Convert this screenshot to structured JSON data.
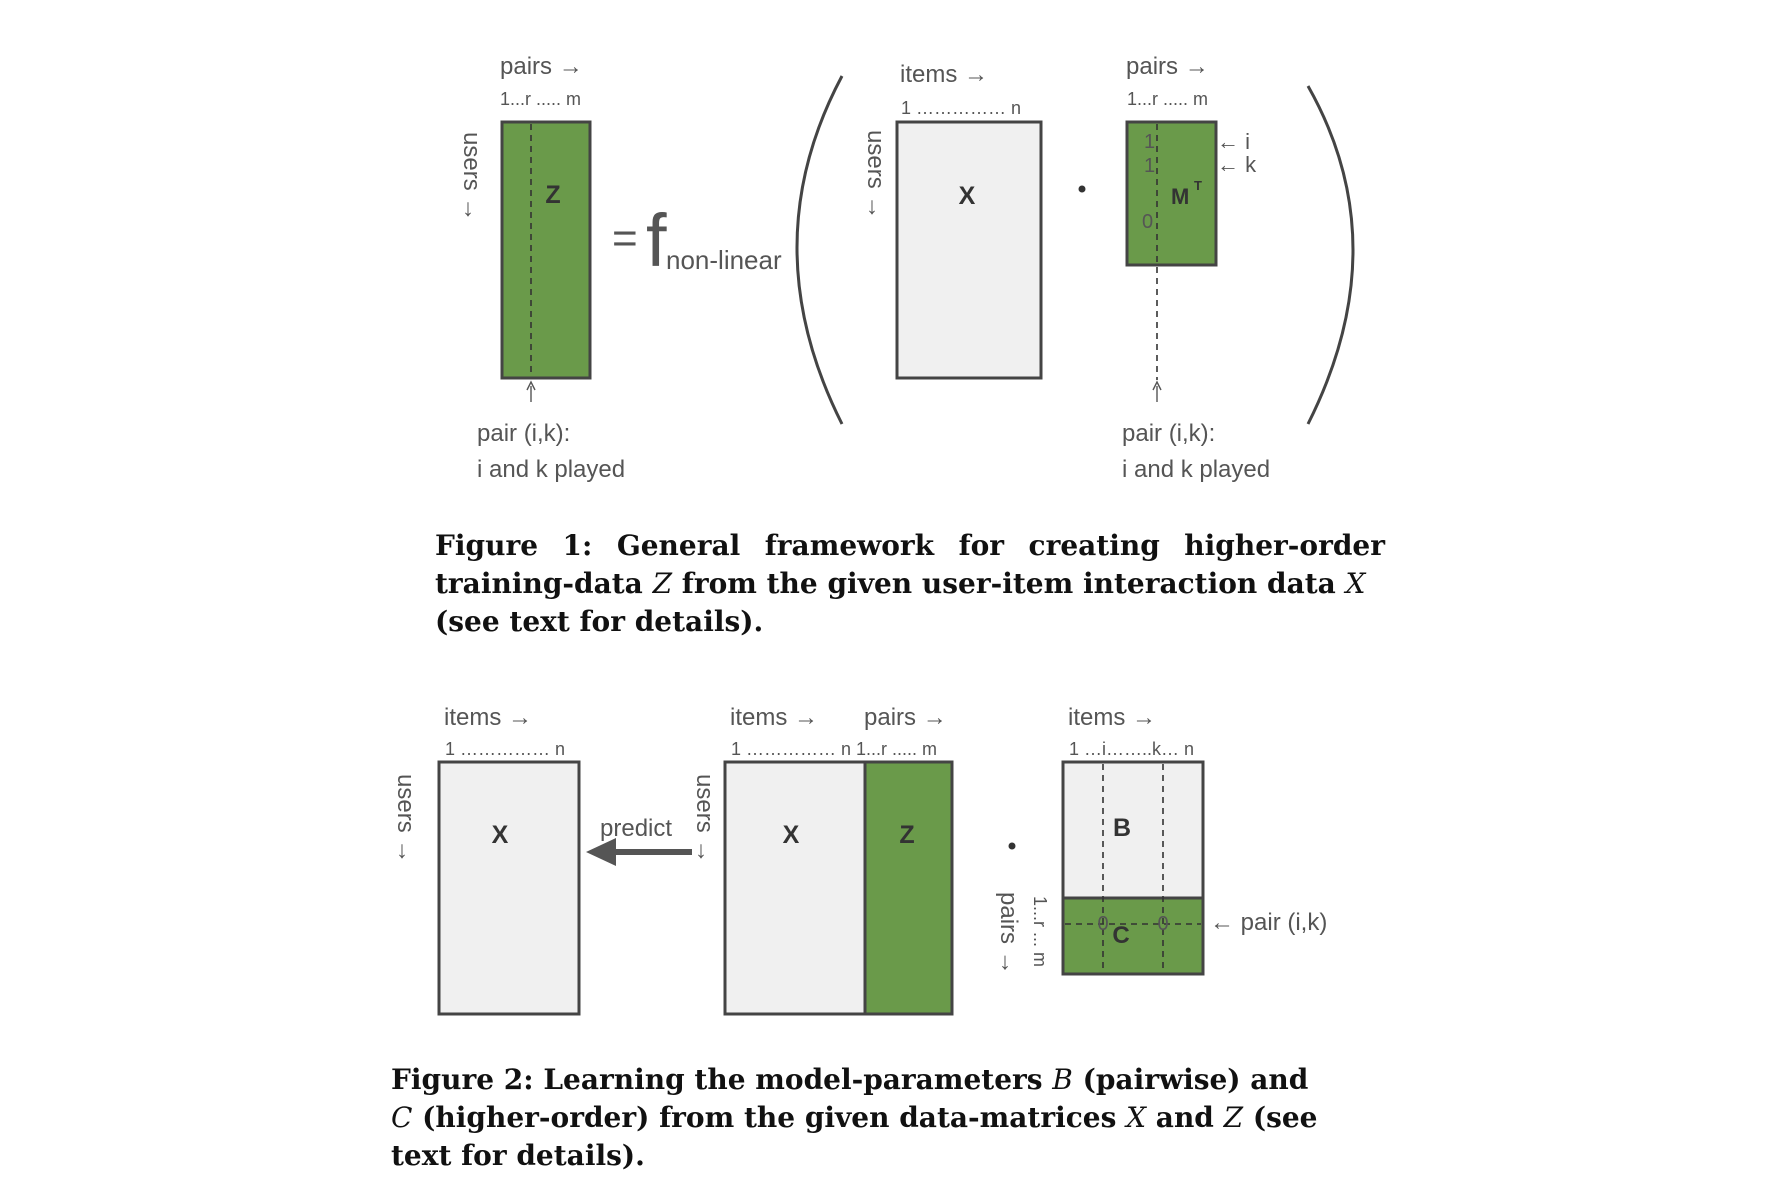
{
  "figure1": {
    "z_block": {
      "header": "pairs →",
      "index": "1...r ..... m",
      "side_label": "users →",
      "matrix_label": "Z",
      "note_line1": "pair (i,k):",
      "note_line2": "i and k played"
    },
    "equals_sign": "=",
    "function_symbol": "f",
    "function_subscript": "non-linear",
    "x_block": {
      "header": "items →",
      "index": "1 …………… n",
      "side_label": "users →",
      "matrix_label": "X"
    },
    "dot": "·",
    "m_block": {
      "header": "pairs →",
      "index": "1...r ..... m",
      "matrix_label": "M",
      "superscript": "T",
      "cell_values": [
        "1",
        "1",
        "0"
      ],
      "arrow_i": "← i",
      "arrow_k": "← k",
      "note_line1": "pair (i,k):",
      "note_line2": "i and k played"
    },
    "caption": {
      "line1": "Figure 1: General framework for creating higher-order",
      "line2_a": "training-data ",
      "line2_math1": "Z",
      "line2_b": " from the given user-item interaction data ",
      "line2_math2": "X",
      "line3": "(see text for details)."
    }
  },
  "figure2": {
    "x_block": {
      "header": "items →",
      "index": "1 …………… n",
      "side_label": "users →",
      "matrix_label": "X"
    },
    "predict_label": "predict",
    "xz_block": {
      "header_items": "items →",
      "header_pairs": "pairs →",
      "index": "1 …………… n 1...r ..... m",
      "side_label": "users →",
      "x_label": "X",
      "z_label": "Z"
    },
    "dot": "·",
    "bc_block": {
      "header": "items →",
      "index": "1 …i……..k… n",
      "b_label": "B",
      "c_label": "C",
      "side_label_pairs": "pairs →",
      "side_label_index": "1...r ... m",
      "zero_i": "0",
      "zero_k": "0",
      "pair_arrow": "← pair (i,k)"
    },
    "caption": {
      "line1_a": "Figure 2: Learning the model-parameters ",
      "line1_math": "B",
      "line1_b": " (pairwise) and",
      "line2_math1": "C",
      "line2_a": " (higher-order) from the given data-matrices ",
      "line2_math2": "X",
      "line2_b": " and ",
      "line2_math3": "Z",
      "line2_c": " (see",
      "line3": "text for details)."
    }
  },
  "colors": {
    "green": "#6a9a4a",
    "light_gray": "#f0f0f0",
    "stroke": "#444444",
    "label": "#555555"
  }
}
